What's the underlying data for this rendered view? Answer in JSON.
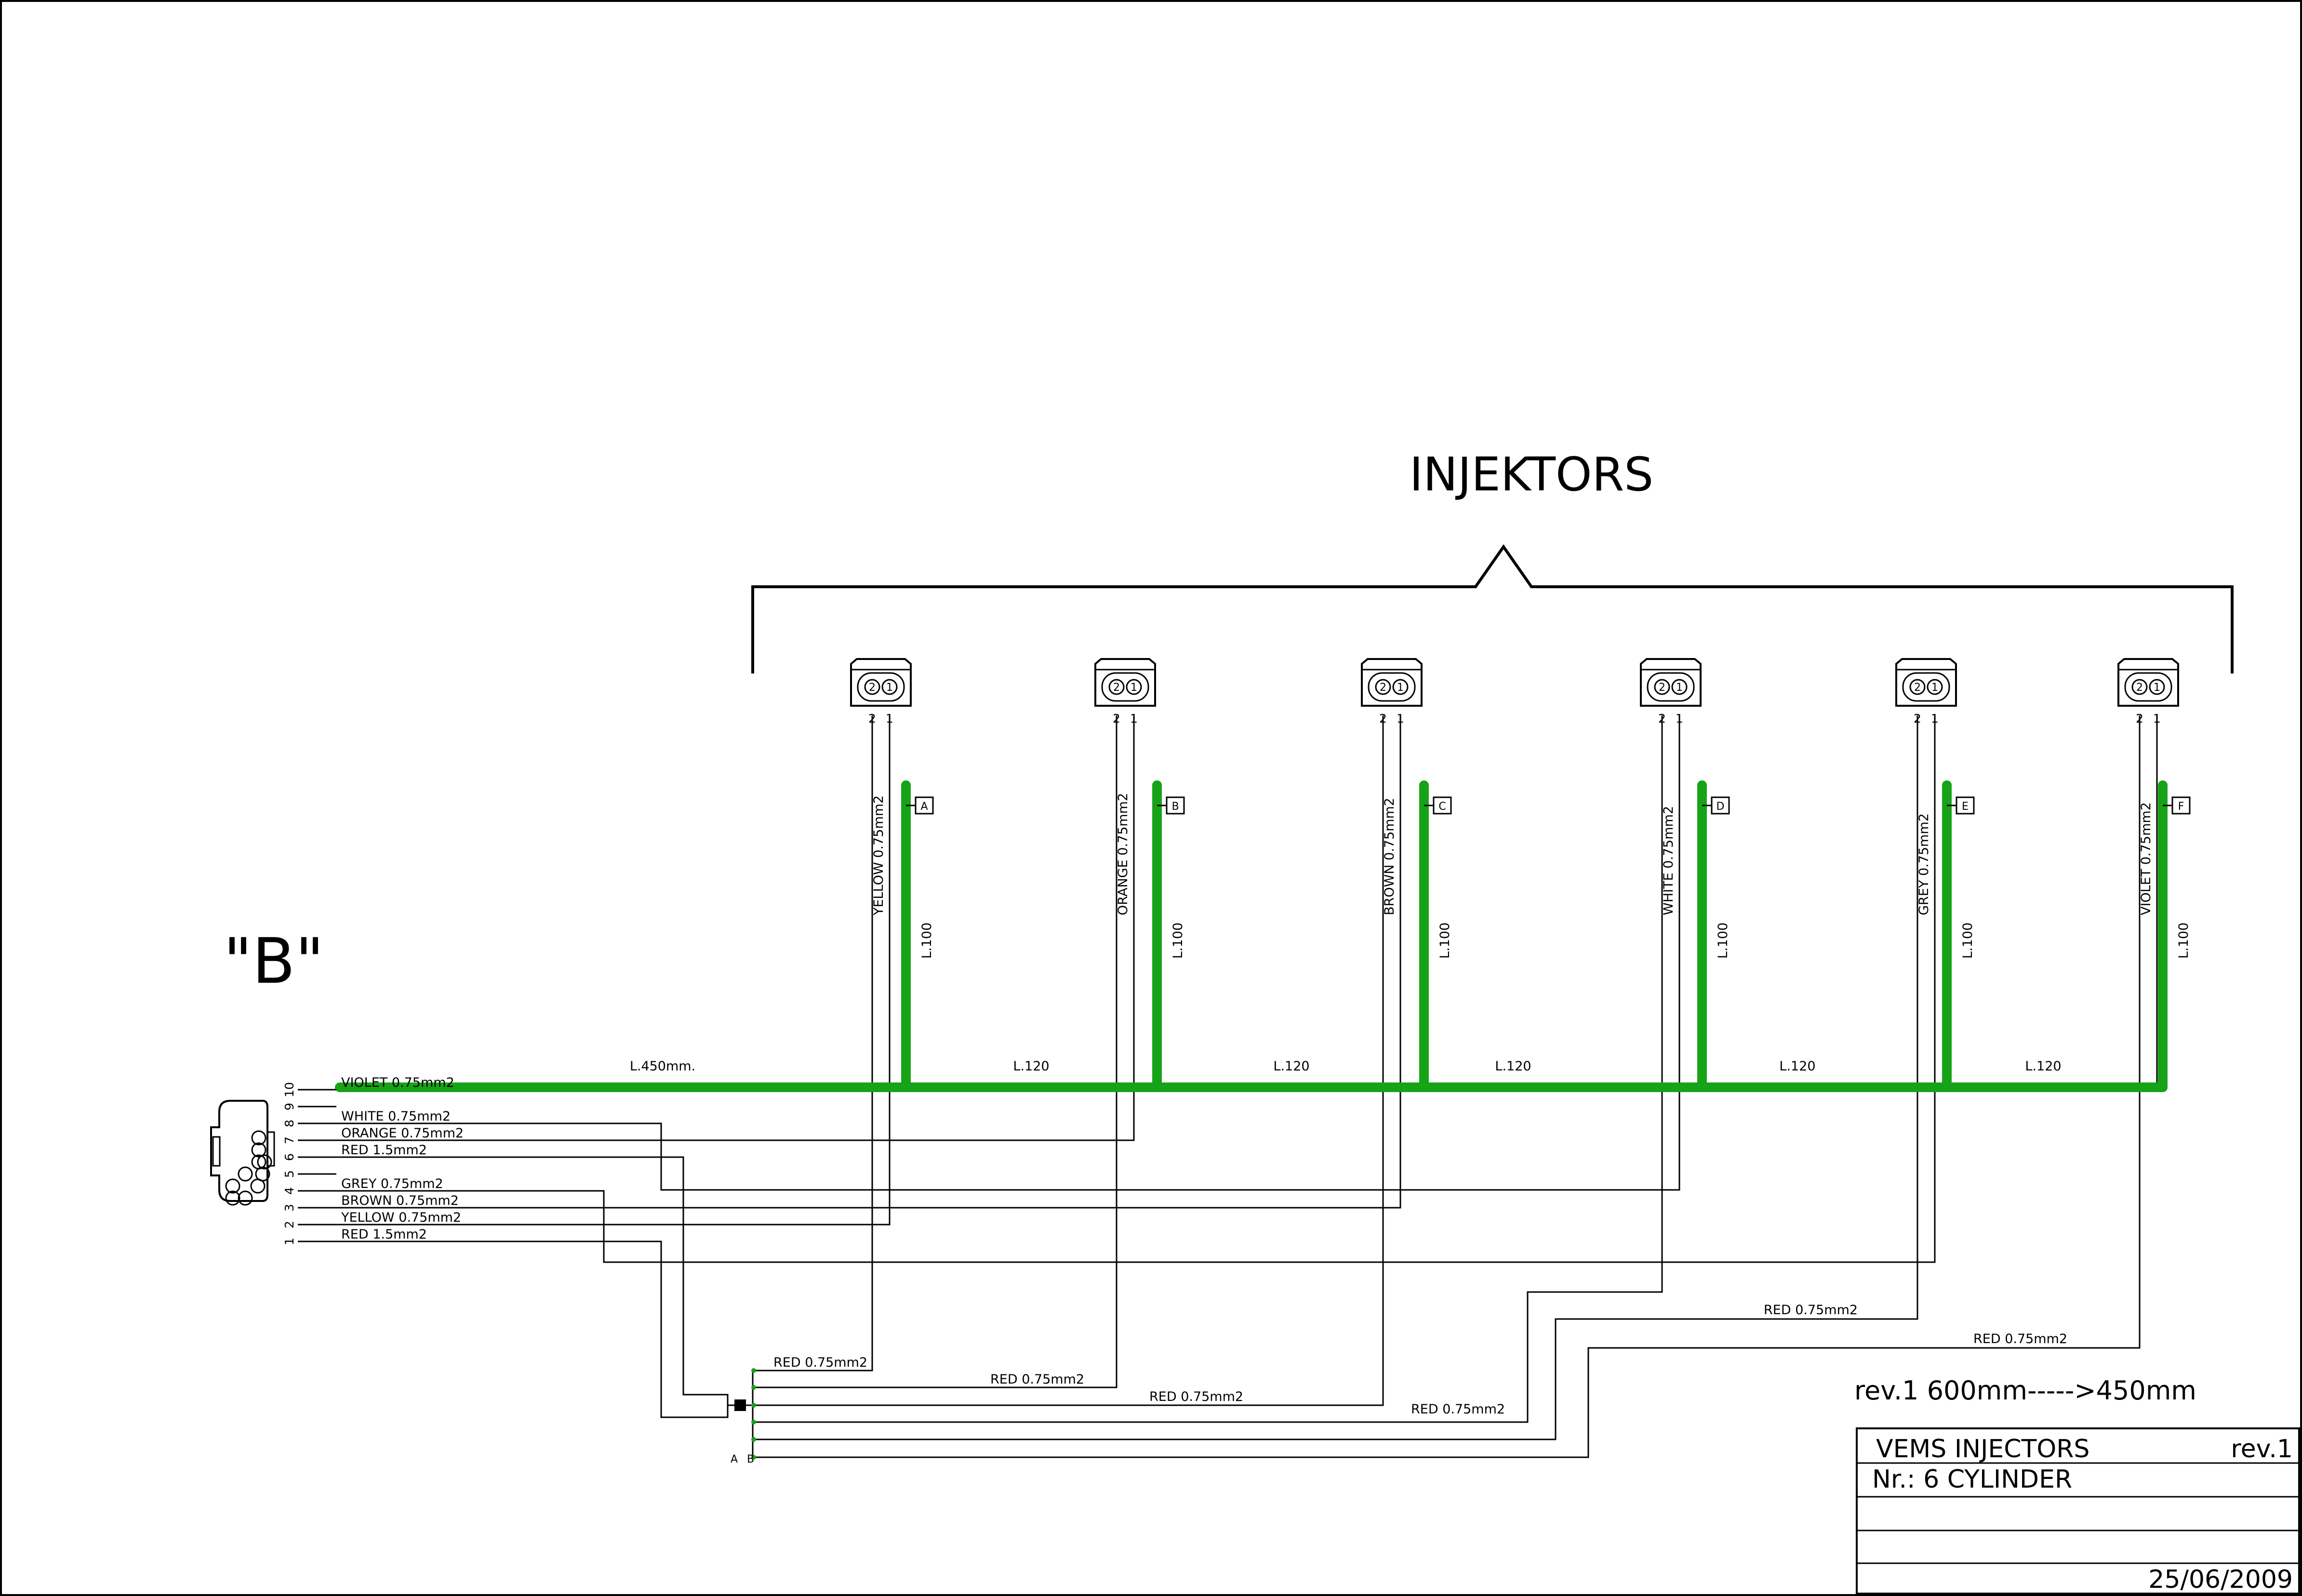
{
  "title": "INJEKTORS",
  "connector_label": "\"B\"",
  "injectors": [
    {
      "letter": "A",
      "wire": "YELLOW 0.75mm2",
      "length": "L.100",
      "pin2": "2",
      "pin1": "1"
    },
    {
      "letter": "B",
      "wire": "ORANGE 0.75mm2",
      "length": "L.100",
      "pin2": "2",
      "pin1": "1"
    },
    {
      "letter": "C",
      "wire": "BROWN 0.75mm2",
      "length": "L.100",
      "pin2": "2",
      "pin1": "1"
    },
    {
      "letter": "D",
      "wire": "WHITE 0.75mm2",
      "length": "L.100",
      "pin2": "2",
      "pin1": "1"
    },
    {
      "letter": "E",
      "wire": "GREY 0.75mm2",
      "length": "L.100",
      "pin2": "2",
      "pin1": "1"
    },
    {
      "letter": "F",
      "wire": "VIOLET 0.75mm2",
      "length": "L.100",
      "pin2": "2",
      "pin1": "1"
    }
  ],
  "trunk_segments": [
    "L.450mm.",
    "L.120",
    "L.120",
    "L.120",
    "L.120",
    "L.120"
  ],
  "connector_pins": [
    {
      "pin": "10",
      "label": "VIOLET 0.75mm2"
    },
    {
      "pin": "9",
      "label": ""
    },
    {
      "pin": "8",
      "label": "WHITE 0.75mm2"
    },
    {
      "pin": "7",
      "label": "ORANGE 0.75mm2"
    },
    {
      "pin": "6",
      "label": "RED 1.5mm2"
    },
    {
      "pin": "5",
      "label": ""
    },
    {
      "pin": "4",
      "label": "GREY 0.75mm2"
    },
    {
      "pin": "3",
      "label": "BROWN 0.75mm2"
    },
    {
      "pin": "2",
      "label": "YELLOW 0.75mm2"
    },
    {
      "pin": "1",
      "label": "RED 1.5mm2"
    }
  ],
  "connector_face_pins": [
    "1",
    "2",
    "3",
    "4",
    "5",
    "6",
    "7",
    "8",
    "9",
    "10"
  ],
  "return_wires": [
    "RED 0.75mm2",
    "RED 0.75mm2",
    "RED 0.75mm2",
    "RED 0.75mm2",
    "RED 0.75mm2",
    "RED 0.75mm2"
  ],
  "splice_labels": [
    "A",
    "B"
  ],
  "revision_note": "rev.1 600mm----->450mm",
  "title_block": {
    "name": "VEMS INJECTORS",
    "rev": "rev.1",
    "number": "Nr.: 6 CYLINDER",
    "date": "25/06/2009"
  },
  "colors": {
    "harness": "#17a317",
    "wire": "#000000"
  }
}
